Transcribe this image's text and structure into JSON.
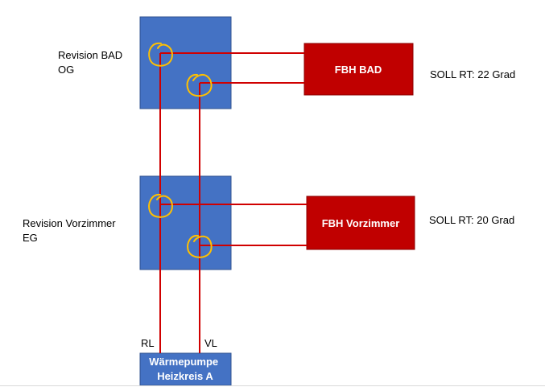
{
  "revision_boxes": [
    {
      "label_lines": [
        "Revision BAD",
        "OG"
      ]
    },
    {
      "label_lines": [
        "Revision Vorzimmer",
        "EG"
      ]
    }
  ],
  "fbh_boxes": [
    {
      "label": "FBH BAD",
      "soll": "SOLL RT: 22 Grad"
    },
    {
      "label": "FBH Vorzimmer",
      "soll": "SOLL RT: 20 Grad"
    }
  ],
  "pipes": {
    "return_label": "RL",
    "flow_label": "VL"
  },
  "heat_pump": {
    "label_lines": [
      "Wärmepumpe",
      "Heizkreis A"
    ]
  },
  "colors": {
    "revision_fill": "#4472c4",
    "revision_stroke": "#2f528f",
    "fbh_fill": "#c00000",
    "fbh_stroke": "#8b0000",
    "pipe": "#d00000",
    "marker": "#ffc000"
  }
}
